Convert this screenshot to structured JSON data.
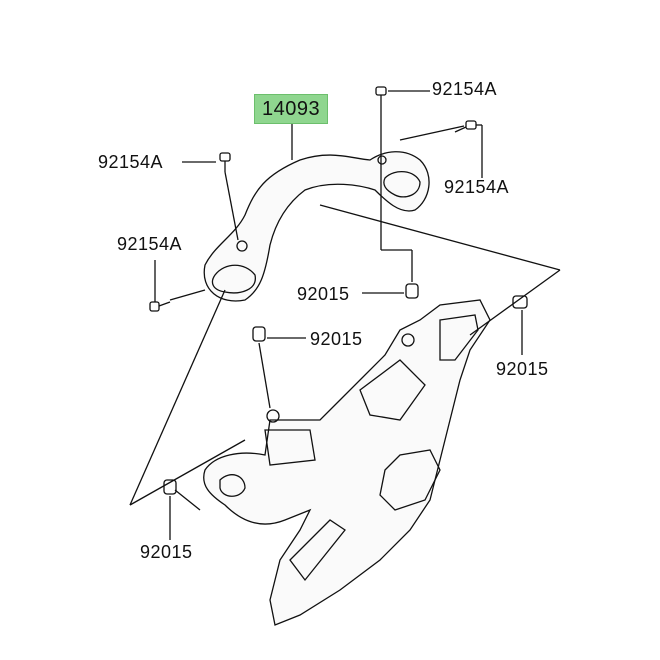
{
  "diagram": {
    "highlighted_part": "14093",
    "labels": {
      "part_14093": "14093",
      "bolt_top": "92154A",
      "bolt_left_upper": "92154A",
      "bolt_right": "92154A",
      "bolt_left_lower": "92154A",
      "collar_center_right": "92015",
      "collar_center_left": "92015",
      "collar_right": "92015",
      "collar_bottom_left": "92015"
    },
    "colors": {
      "highlight": "#8fd68f",
      "line": "#111111"
    }
  }
}
